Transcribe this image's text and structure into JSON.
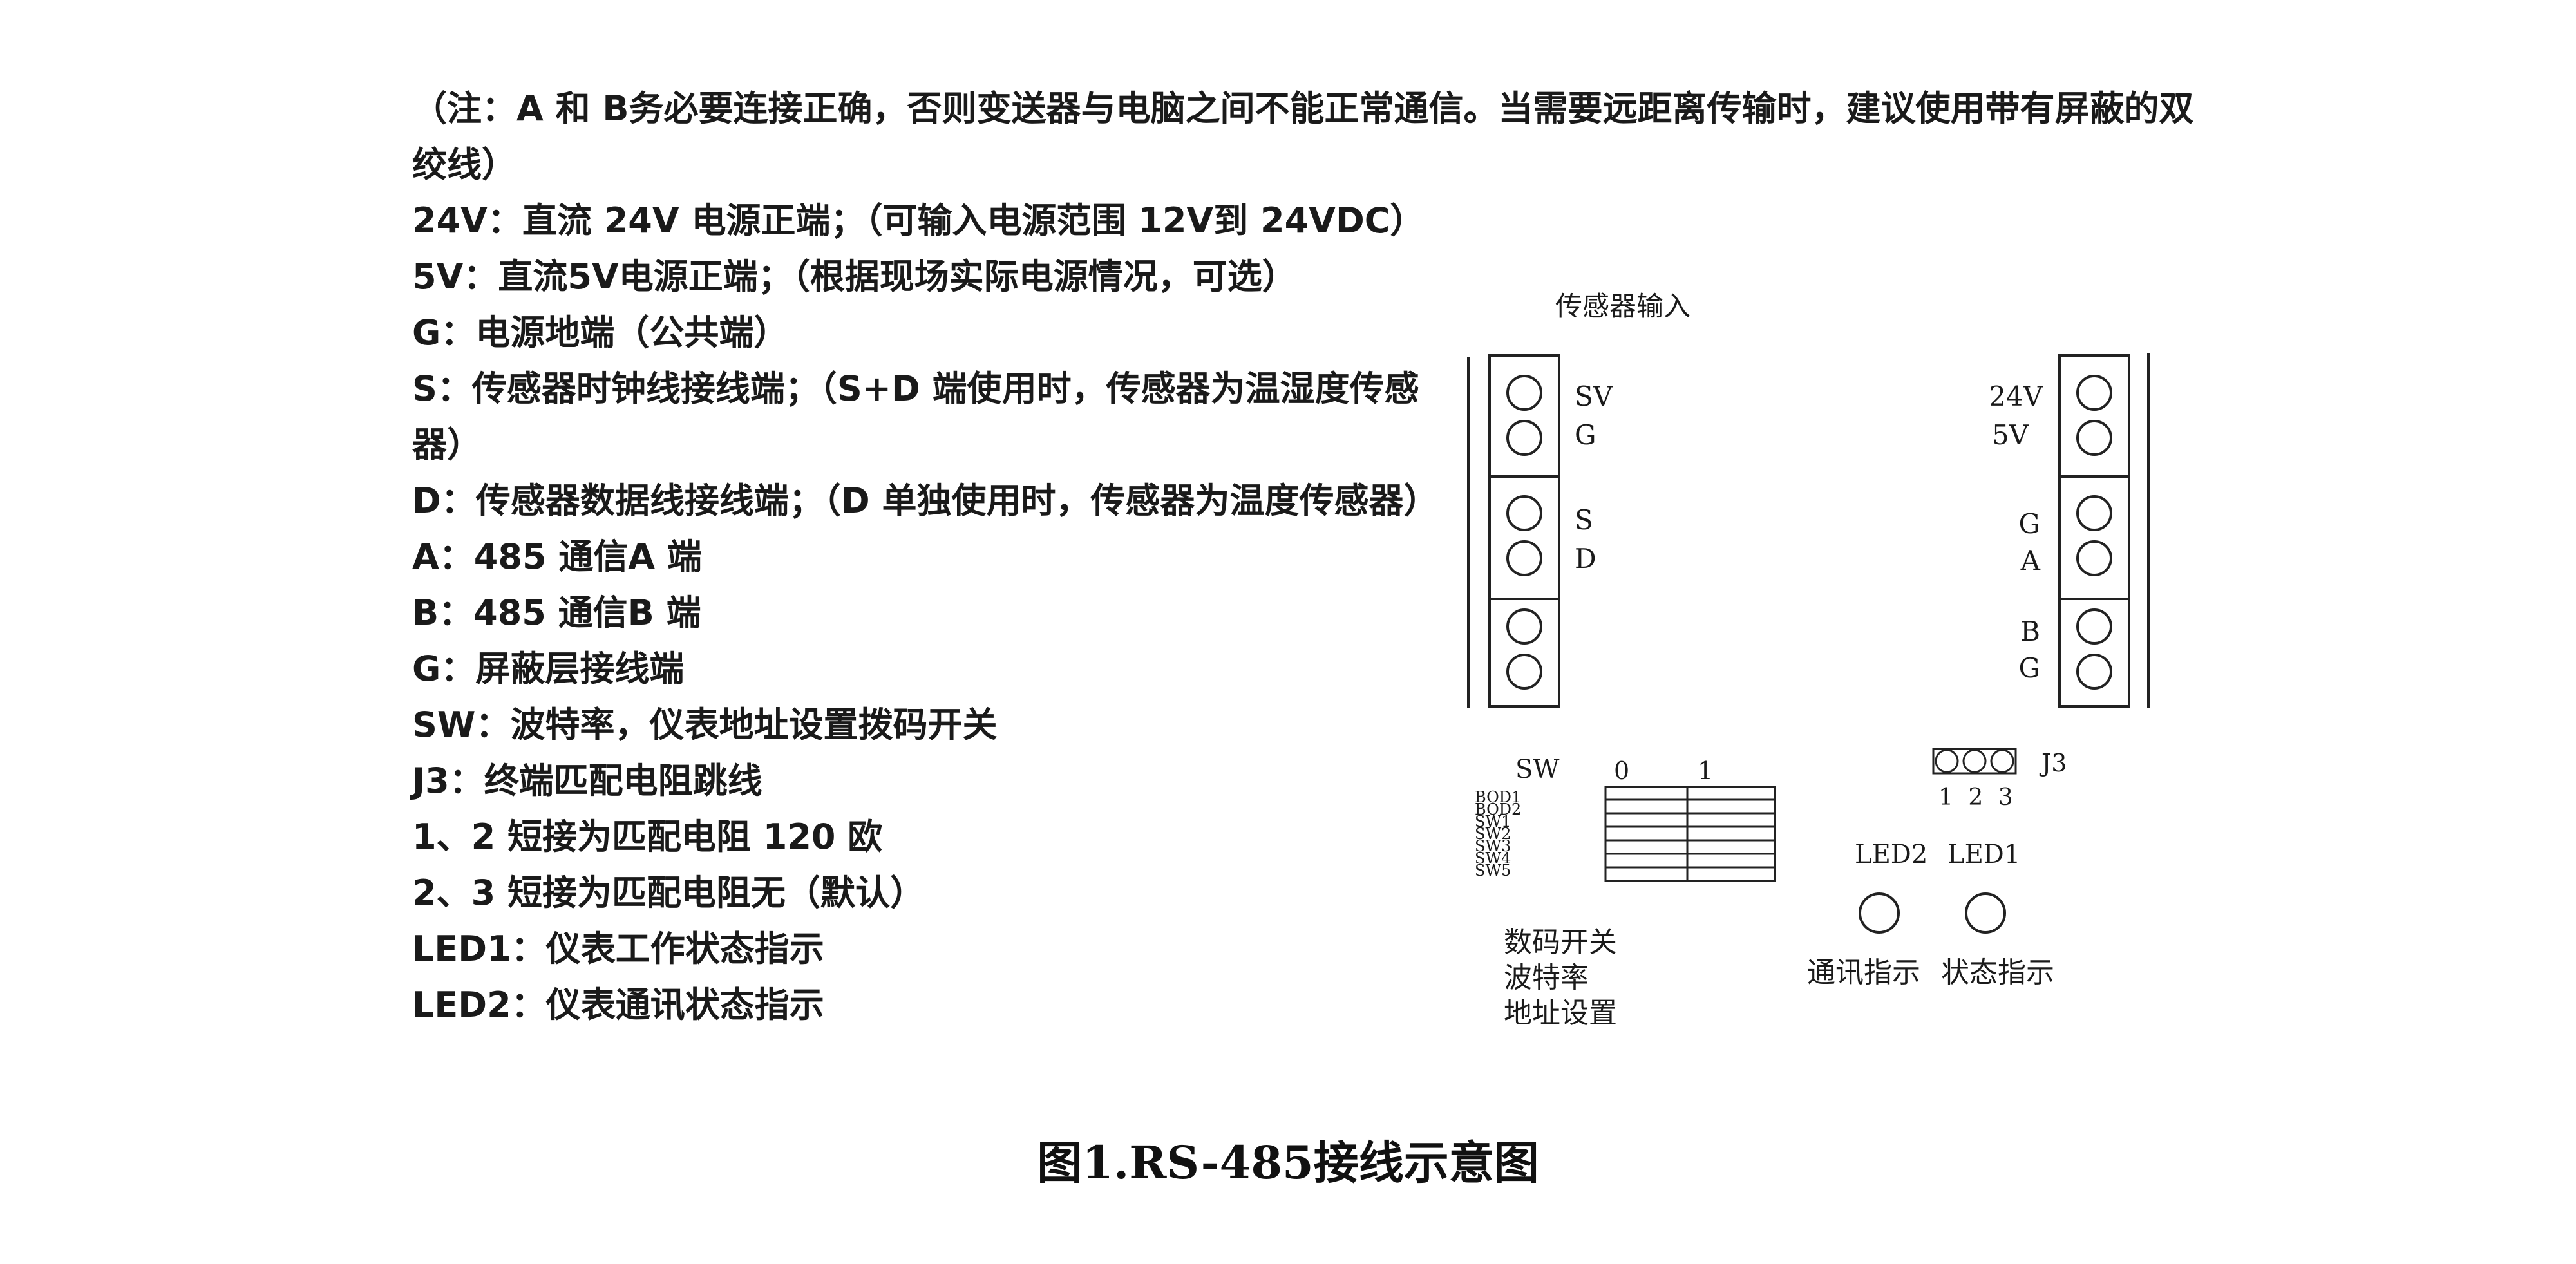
{
  "notes": [
    "（注：A 和 B务必要连接正确，否则变送器与电脑之间不能正常通信。当需要远距离传输时，建议使用带有屏蔽的双绞线）",
    "24V：直流 24V 电源正端；（可输入电源范围 12V到 24VDC）",
    "5V：直流5V电源正端；（根据现场实际电源情况，可选）",
    "G：电源地端（公共端）",
    "S：传感器时钟线接线端；（S+D 端使用时，传感器为温湿度传感器）",
    "D：传感器数据线接线端；（D 单独使用时，传感器为温度传感器）",
    "A：485 通信A 端",
    "B：485 通信B 端",
    "G：屏蔽层接线端",
    "SW：波特率，仪表地址设置拨码开关",
    "J3：终端匹配电阻跳线",
    "1、2 短接为匹配电阻 120 欧",
    "2、3 短接为匹配电阻无（默认）",
    "LED1：仪表工作状态指示",
    "LED2：仪表通讯状态指示"
  ],
  "diagram": {
    "sensor_input_label": "传感器输入",
    "left_terminals": [
      "SV",
      "G",
      "S",
      "D"
    ],
    "right_terminals": [
      "24V",
      "5V",
      "G",
      "A",
      "B",
      "G"
    ],
    "sw": {
      "label": "SW",
      "col_0": "0",
      "col_1": "1",
      "rows": [
        "BOD1",
        "BOD2",
        "SW1",
        "SW2",
        "SW3",
        "SW4",
        "SW5"
      ],
      "caption": [
        "数码开关",
        "波特率",
        "地址设置"
      ]
    },
    "j3": {
      "label": "J3",
      "pins": "1 2 3"
    },
    "led2": {
      "label": "LED2",
      "caption": "通讯指示"
    },
    "led1": {
      "label": "LED1",
      "caption": "状态指示"
    }
  },
  "caption": "图1.RS-485接线示意图"
}
